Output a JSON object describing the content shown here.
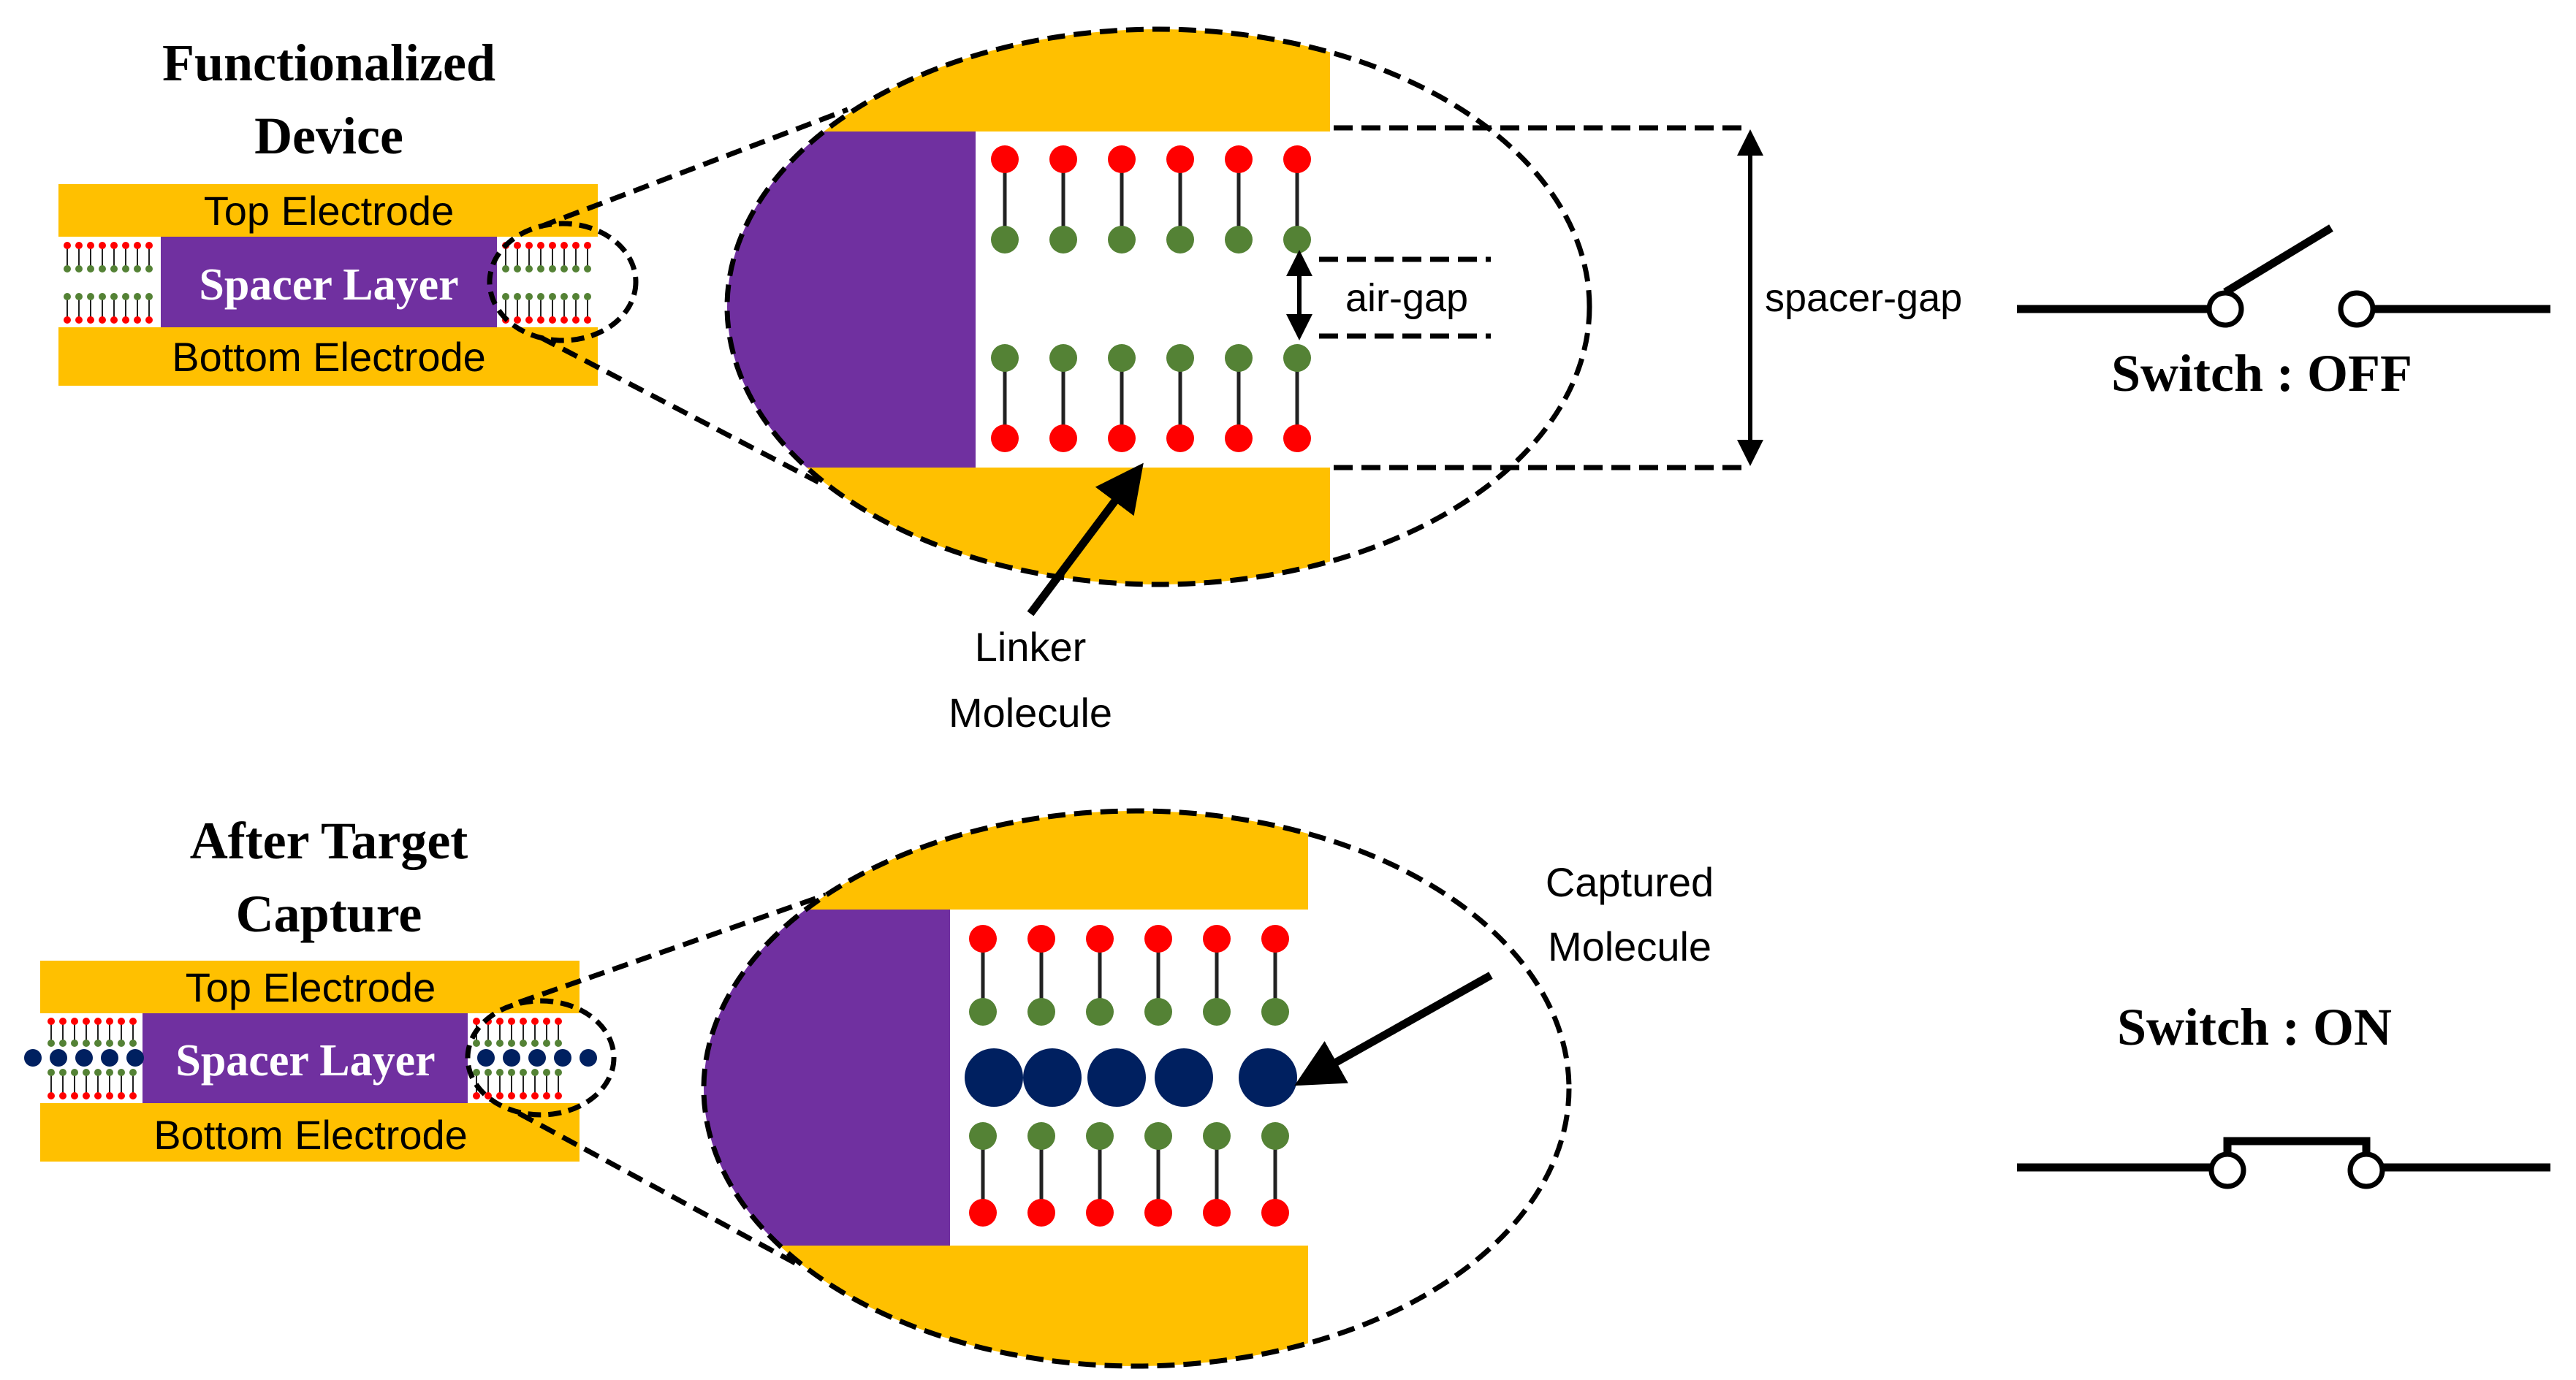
{
  "colors": {
    "electrode": "#FFC000",
    "spacer": "#7030A0",
    "linker_tail": "#FF0000",
    "linker_head": "#548235",
    "captured": "#002060",
    "line": "#000000"
  },
  "top_panel": {
    "title_line1": "Functionalized",
    "title_line2": "Device",
    "top_electrode": "Top Electrode",
    "spacer_layer": "Spacer Layer",
    "bottom_electrode": "Bottom Electrode",
    "air_gap": "air-gap",
    "spacer_gap": "spacer-gap",
    "linker_line1": "Linker",
    "linker_line2": "Molecule",
    "switch_label": "Switch : OFF"
  },
  "bottom_panel": {
    "title_line1": "After Target",
    "title_line2": "Capture",
    "top_electrode": "Top Electrode",
    "spacer_layer": "Spacer Layer",
    "bottom_electrode": "Bottom Electrode",
    "captured_line1": "Captured",
    "captured_line2": "Molecule",
    "switch_label": "Switch : ON"
  }
}
